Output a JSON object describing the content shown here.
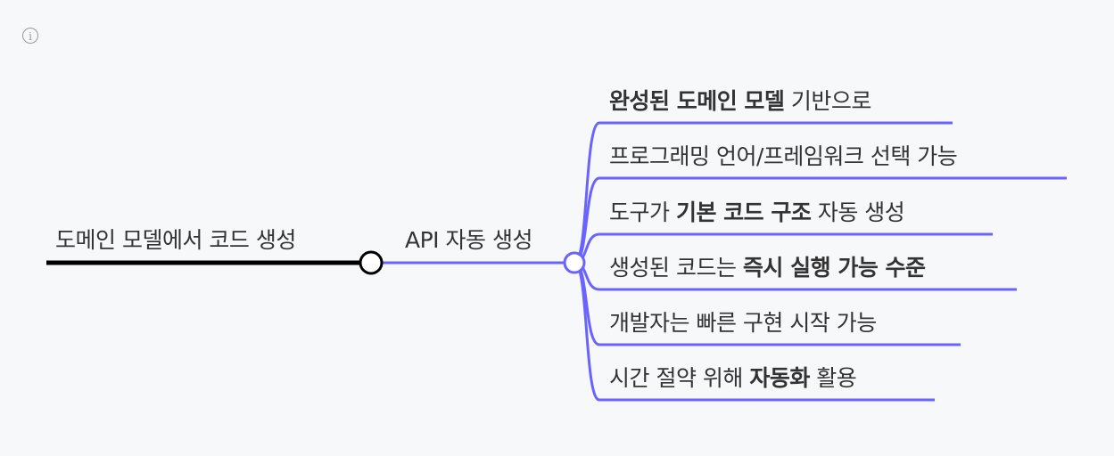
{
  "root": {
    "label": "도메인 모델에서 코드 생성"
  },
  "hub": {
    "label": "API 자동 생성"
  },
  "colors": {
    "branch": "#6a63ff",
    "root_line": "#000000"
  },
  "items": [
    {
      "parts": [
        {
          "text": "완성된 도메인 모델",
          "bold": true
        },
        {
          "text": " 기반으로",
          "bold": false
        }
      ]
    },
    {
      "parts": [
        {
          "text": "프로그래밍 언어/프레임워크 선택 가능",
          "bold": false
        }
      ]
    },
    {
      "parts": [
        {
          "text": "도구가 ",
          "bold": false
        },
        {
          "text": "기본 코드 구조",
          "bold": true
        },
        {
          "text": " 자동 생성",
          "bold": false
        }
      ]
    },
    {
      "parts": [
        {
          "text": "생성된 코드는 ",
          "bold": false
        },
        {
          "text": "즉시 실행 가능 수준",
          "bold": true
        }
      ]
    },
    {
      "parts": [
        {
          "text": "개발자는 빠른 구현 시작 가능",
          "bold": false
        }
      ]
    },
    {
      "parts": [
        {
          "text": "시간 절약 위해 ",
          "bold": false
        },
        {
          "text": "자동화",
          "bold": true
        },
        {
          "text": " 활용",
          "bold": false
        }
      ]
    }
  ]
}
